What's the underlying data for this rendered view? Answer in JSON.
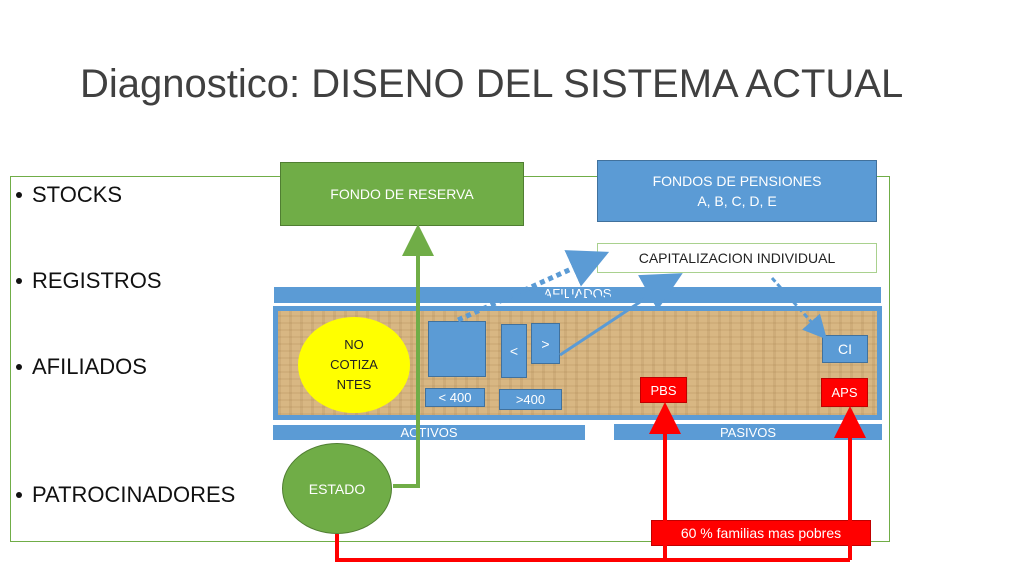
{
  "title": "Diagnostico: DISENO DEL SISTEMA ACTUAL",
  "bullets": [
    "STOCKS",
    "REGISTROS",
    "AFILIADOS",
    "PATROCINADORES"
  ],
  "boxes": {
    "fondo_reserva": "FONDO DE RESERVA",
    "fondos_pensiones_line1": "FONDOS DE PENSIONES",
    "fondos_pensiones_line2": "A, B, C, D, E",
    "capitalizacion": "CAPITALIZACION INDIVIDUAL",
    "afiliados": "AFILIADOS",
    "activos": "ACTIVOS",
    "pasivos": "PASIVOS",
    "no_cotizantes": [
      "NO",
      "COTIZA",
      "NTES"
    ],
    "lt": "<",
    "gt": ">",
    "lt400": "< 400",
    "gt400": ">400",
    "ci": "CI",
    "pbs": "PBS",
    "aps": "APS",
    "estado": "ESTADO",
    "familias": "60 % familias mas pobres"
  },
  "colors": {
    "green": "#70ad47",
    "blue": "#5b9bd5",
    "red": "#ff0000",
    "yellow": "#ffff00",
    "title": "#404040"
  }
}
